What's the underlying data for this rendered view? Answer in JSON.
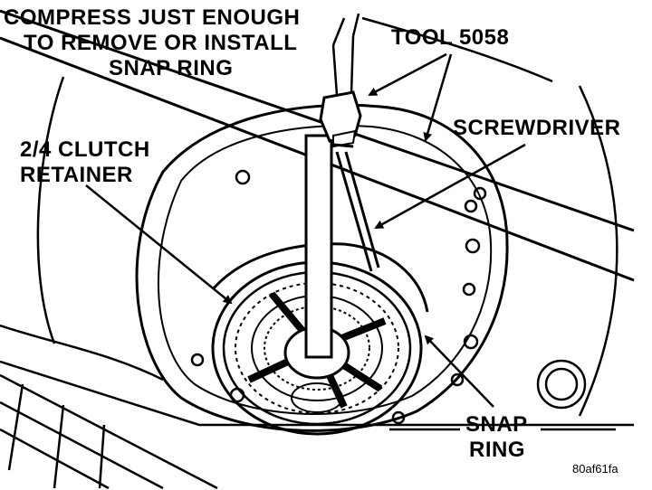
{
  "callouts": {
    "compress": [
      "COMPRESS JUST ENOUGH",
      "TO REMOVE OR INSTALL",
      "SNAP RING"
    ],
    "tool": "TOOL 5058",
    "screwdriver": "SCREWDRIVER",
    "retainer": [
      "2/4 CLUTCH",
      "RETAINER"
    ],
    "snap_ring": [
      "SNAP",
      "RING"
    ]
  },
  "figure_code": "80af61fa",
  "colors": {
    "ink": "#000000",
    "paper": "#ffffff"
  }
}
